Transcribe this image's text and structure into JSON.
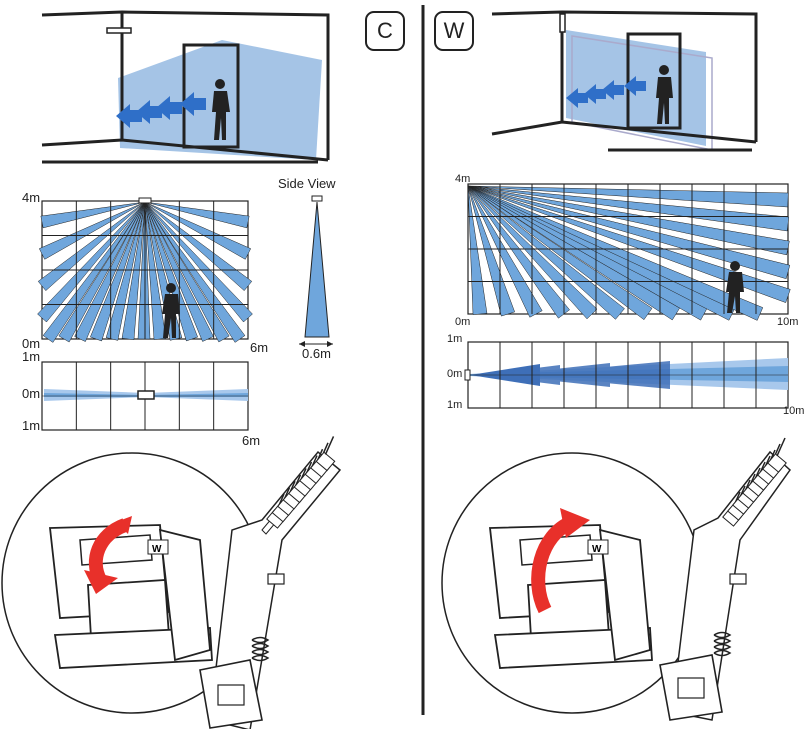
{
  "modes": {
    "left": {
      "badge": "C"
    },
    "right": {
      "badge": "W"
    }
  },
  "left_panel": {
    "front_view": {
      "y_top": "4m",
      "y_bottom": "0m",
      "x_end": "6m"
    },
    "side_view": {
      "title": "Side View",
      "width": "0.6m"
    },
    "top_view": {
      "y_top": "1m",
      "y_mid": "0m",
      "y_bottom": "1m",
      "x_end": "6m"
    }
  },
  "right_panel": {
    "front_view": {
      "y_top": "4m",
      "y_bottom": "0m",
      "x_end": "10m"
    },
    "top_view": {
      "y_top": "1m",
      "y_mid": "0m",
      "y_bottom": "1m",
      "x_end": "10m"
    }
  },
  "mount_labels": {
    "switch_letter": "W"
  },
  "colors": {
    "beam_blue": "#6fa6dc",
    "beam_dark": "#3e6fb8",
    "arrow_red": "#e8302a",
    "line": "#222222"
  },
  "icons": [
    "person-silhouette-icon",
    "rotate-arrow-icon",
    "sensor-board-icon"
  ]
}
